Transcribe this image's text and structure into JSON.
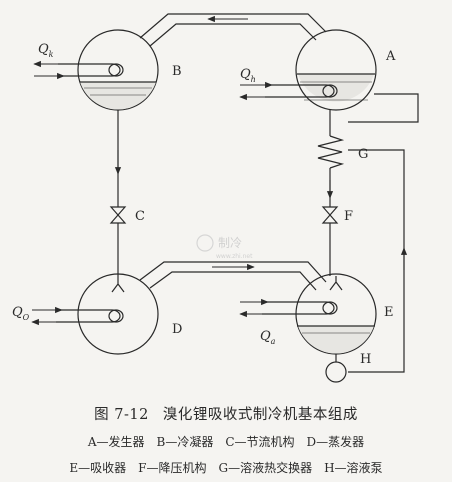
{
  "labels": {
    "A": "A",
    "B": "B",
    "C": "C",
    "D": "D",
    "E": "E",
    "F": "F",
    "G": "G",
    "H": "H"
  },
  "heat": {
    "qk": {
      "main": "Q",
      "sub": "k"
    },
    "qh": {
      "main": "Q",
      "sub": "h"
    },
    "qo": {
      "main": "Q",
      "sub": "O"
    },
    "qa": {
      "main": "Q",
      "sub": "a"
    }
  },
  "watermark": {
    "text": "制冷",
    "url": "www.zhi.net"
  },
  "caption": {
    "number": "图 7-12",
    "title": "溴化锂吸收式制冷机基本组成"
  },
  "legend": {
    "line1": "A—发生器　B—冷凝器　C—节流机构　D—蒸发器",
    "line2": "E—吸收器　F—降压机构　G—溶液热交换器　H—溶液泵"
  }
}
